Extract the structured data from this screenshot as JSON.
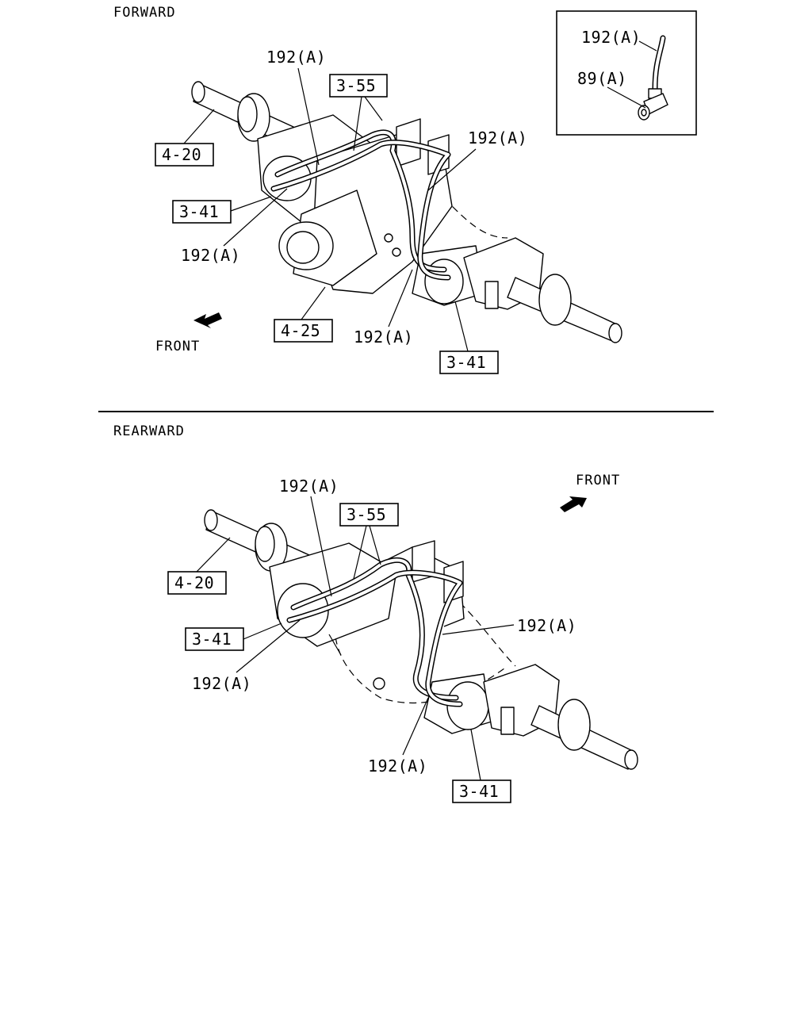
{
  "forward": {
    "title": "FORWARD",
    "front": "FRONT",
    "refs": {
      "r_4_20": "4-20",
      "r_3_55": "3-55",
      "r_3_41_left": "3-41",
      "r_4_25": "4-25",
      "r_3_41_right": "3-41"
    },
    "parts": {
      "p_192_top": "192(A)",
      "p_192_right": "192(A)",
      "p_192_left": "192(A)",
      "p_192_bottom": "192(A)"
    },
    "inset": {
      "hose": "192(A)",
      "fitting": "89(A)"
    }
  },
  "rearward": {
    "title": "REARWARD",
    "front": "FRONT",
    "refs": {
      "r_4_20": "4-20",
      "r_3_55": "3-55",
      "r_3_41_left": "3-41",
      "r_3_41_right": "3-41"
    },
    "parts": {
      "p_192_top": "192(A)",
      "p_192_right": "192(A)",
      "p_192_left": "192(A)",
      "p_192_bottom": "192(A)"
    }
  }
}
